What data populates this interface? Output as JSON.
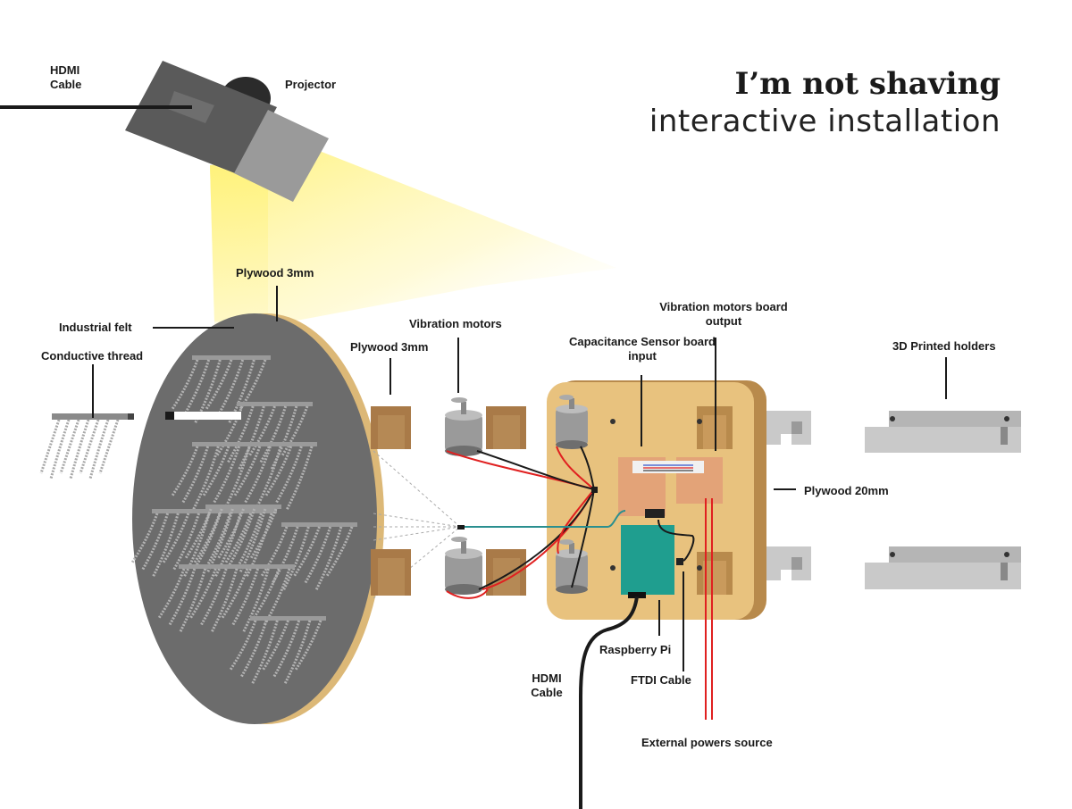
{
  "title": {
    "line1": "I’m not shaving",
    "line2": "interactive installation"
  },
  "labels": {
    "hdmi_cable_top_1": "HDMI",
    "hdmi_cable_top_2": "Cable",
    "projector": "Projector",
    "plywood_3mm_top": "Plywood 3mm",
    "industrial_felt": "Industrial felt",
    "conductive_thread": "Conductive thread",
    "plywood_3mm_mid": "Plywood 3mm",
    "vibration_motors": "Vibration motors",
    "capacitance_board_1": "Capacitance Sensor board",
    "capacitance_board_2": "input",
    "vibration_board_1": "Vibration motors board",
    "vibration_board_2": "output",
    "printed_holders": "3D Printed holders",
    "plywood_20mm": "Plywood 20mm",
    "raspberry_pi": "Raspberry Pi",
    "hdmi_cable_bottom_1": "HDMI",
    "hdmi_cable_bottom_2": "Cable",
    "ftdi_cable": "FTDI Cable",
    "external_power": "External powers source"
  },
  "colors": {
    "plywood": "#e8c27e",
    "plywood_dark": "#b88a4c",
    "holder_wood": "#a97a48",
    "felt": "#6e6e6e",
    "projector_body": "#575757",
    "projector_lens": "#9a9a9a",
    "beam": "#fff7a8",
    "pcb_board": "#e5a577",
    "raspberry_pi": "#1f9e8f",
    "printed_holder": "#c9c9c9",
    "wire_red": "#e02020",
    "wire_black": "#1a1a1a",
    "wire_teal": "#2a8f8f"
  },
  "icons": [
    "projector-icon",
    "motor-icon",
    "board-icon",
    "holder-icon"
  ]
}
